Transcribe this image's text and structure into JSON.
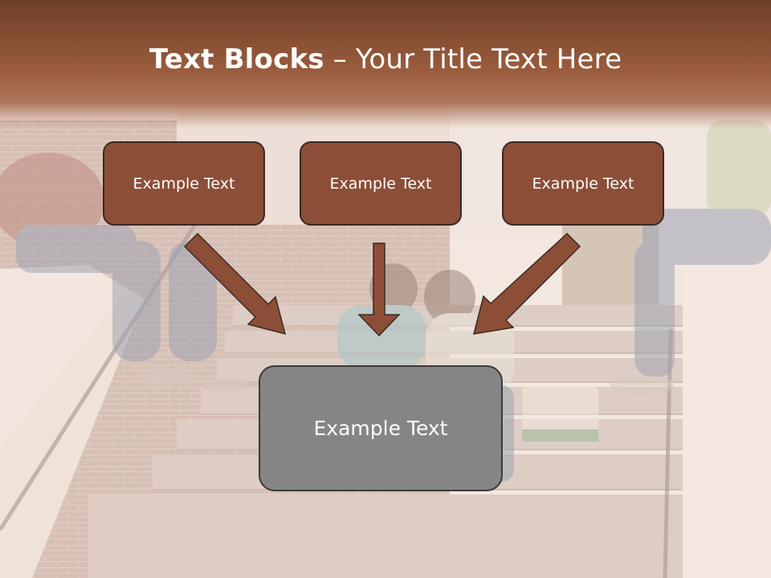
{
  "slide": {
    "title_bold": "Text Blocks",
    "title_rest": " – Your Title Text Here",
    "top_boxes": [
      "Example Text",
      "Example Text",
      "Example Text"
    ],
    "main_box": "Example Text"
  },
  "colors": {
    "title_band": "#7c4530",
    "box_fill": "#8c4e37",
    "main_box_fill": "#858585",
    "arrow": "#8c4e37"
  },
  "background_image": "students-sitting-on-brick-stairs"
}
